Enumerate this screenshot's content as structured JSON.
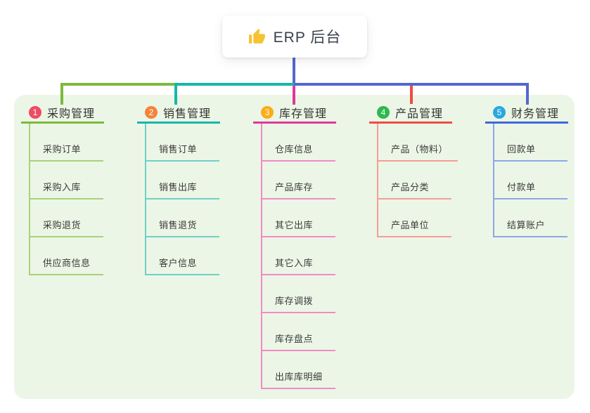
{
  "root": {
    "label": "ERP 后台",
    "icon": "thumbs-up-icon"
  },
  "panel": {
    "background": "#ecf6e6"
  },
  "connector_color": "#5467cf",
  "branches": [
    {
      "number": "1",
      "label": "采购管理",
      "color": "#7cba3d",
      "light_line_color": "#a6d377",
      "badge_color": "#ee4c63",
      "children": [
        "采购订单",
        "采购入库",
        "采购退货",
        "供应商信息"
      ]
    },
    {
      "number": "2",
      "label": "销售管理",
      "color": "#16b7aa",
      "light_line_color": "#6fd0c6",
      "badge_color": "#f5833b",
      "children": [
        "销售订单",
        "销售出库",
        "销售退货",
        "客户信息"
      ]
    },
    {
      "number": "3",
      "label": "库存管理",
      "color": "#de399b",
      "light_line_color": "#f08cc4",
      "badge_color": "#fbad18",
      "children": [
        "仓库信息",
        "产品库存",
        "其它出库",
        "其它入库",
        "库存调拨",
        "库存盘点",
        "出库库明细"
      ]
    },
    {
      "number": "4",
      "label": "产品管理",
      "color": "#f04b45",
      "light_line_color": "#f79d97",
      "badge_color": "#2db850",
      "children": [
        "产品（物料）",
        "产品分类",
        "产品单位"
      ]
    },
    {
      "number": "5",
      "label": "财务管理",
      "color": "#3f67dd",
      "light_line_color": "#8fa6e9",
      "badge_color": "#2aa7e0",
      "children": [
        "回款单",
        "付款单",
        "结算账户"
      ]
    }
  ]
}
